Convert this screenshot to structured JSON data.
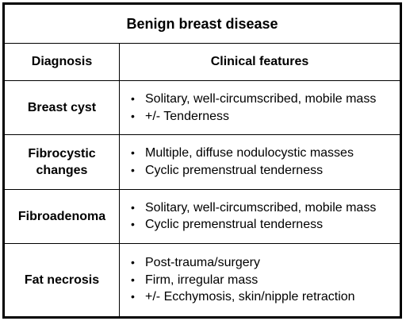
{
  "table": {
    "title": "Benign breast disease",
    "headers": [
      "Diagnosis",
      "Clinical features"
    ],
    "rows": [
      {
        "diagnosis": "Breast cyst",
        "features": [
          "Solitary, well-circumscribed, mobile mass",
          "+/- Tenderness"
        ]
      },
      {
        "diagnosis": "Fibrocystic changes",
        "diagnosis_line1": "Fibrocystic",
        "diagnosis_line2": "changes",
        "features": [
          "Multiple, diffuse nodulocystic masses",
          "Cyclic premenstrual tenderness"
        ]
      },
      {
        "diagnosis": "Fibroadenoma",
        "features": [
          "Solitary, well-circumscribed, mobile mass",
          "Cyclic premenstrual tenderness"
        ]
      },
      {
        "diagnosis": "Fat necrosis",
        "features": [
          "Post-trauma/surgery",
          "Firm, irregular mass",
          "+/- Ecchymosis, skin/nipple retraction"
        ]
      }
    ],
    "bullet_glyph": "•"
  }
}
